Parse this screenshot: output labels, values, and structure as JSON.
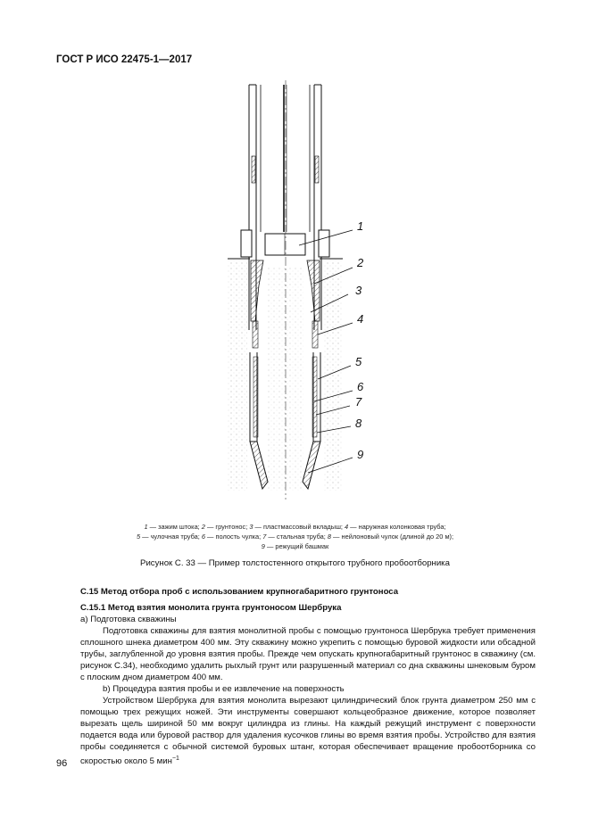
{
  "header": {
    "title": "ГОСТ Р ИСО 22475-1—2017"
  },
  "figure": {
    "callouts": [
      "1",
      "2",
      "3",
      "4",
      "5",
      "6",
      "7",
      "8",
      "9"
    ],
    "legend_lines": [
      [
        [
          "1",
          " — зажим штока; "
        ],
        [
          "2",
          " — грунтонос; "
        ],
        [
          "3",
          " — пластмассовый вкладыш; "
        ],
        [
          "4",
          " — наружная колонковая труба;"
        ]
      ],
      [
        [
          "5",
          " — чулочная труба; "
        ],
        [
          "6",
          " — полость чулка; "
        ],
        [
          "7",
          " — стальная труба; "
        ],
        [
          "8",
          " — нейлоновый чулок (длиной до 20 м);"
        ]
      ],
      [
        [
          "9",
          " — режущий башмак"
        ]
      ]
    ],
    "caption": "Рисунок С. 33 — Пример толстостенного открытого трубного пробоотборника"
  },
  "sections": {
    "c15_title": "С.15 Метод отбора проб с использованием крупногабаритного грунтоноса",
    "c151_title": "С.15.1 Метод взятия монолита грунта грунтоносом Шербрука",
    "a_title": "а) Подготовка скважины",
    "a_text": "Подготовка скважины для взятия монолитной пробы с помощью грунтоноса Шербрука требует применения сплошного шнека диаметром 400 мм. Эту скважину можно укрепить с помощью буровой жидкости или обсадной трубы, заглубленной до уровня взятия пробы. Прежде чем опускать крупногабаритный грунтонос в скважину (см. рисунок С.34), необходимо удалить рыхлый грунт или разрушенный материал со дна скважины шнековым буром с плоским дном диаметром 400 мм.",
    "b_title": "b) Процедура взятия пробы и ее извлечение на поверхность",
    "b_text": "Устройством Шербрука для взятия монолита вырезают цилиндрический блок грунта диаметром 250 мм с помощью трех режущих ножей. Эти инструменты совершают кольцеобразное движение, которое позволяет вырезать щель шириной 50 мм вокруг цилиндра из глины. На каждый режущий инструмент с поверхности подается вода или буровой раствор для удаления кусочков глины во время взятия пробы. Устройство для взятия пробы соединяется с обычной системой буровых штанг, которая обеспечивает вращение пробоотборника со скоростью около 5 мин",
    "b_sup": "−1"
  },
  "footer": {
    "page_number": "96"
  }
}
